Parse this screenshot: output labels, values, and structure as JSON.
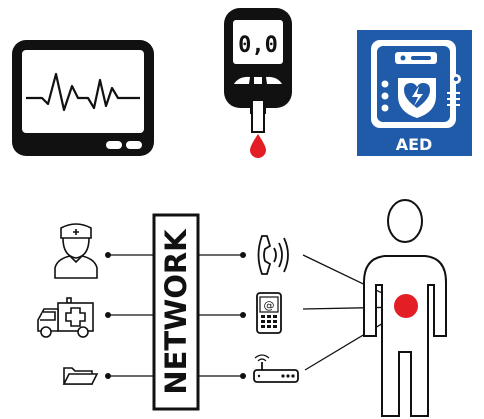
{
  "devices": {
    "monitor": {
      "icon": "ecg-monitor-icon"
    },
    "glucometer": {
      "icon": "glucose-meter-icon",
      "reading": "0,0"
    },
    "aed": {
      "icon": "aed-defibrillator-icon",
      "label": "AED",
      "accent": "#1f5ba8"
    }
  },
  "network": {
    "label": "NETWORK",
    "sources": [
      {
        "icon": "nurse-icon"
      },
      {
        "icon": "ambulance-icon"
      },
      {
        "icon": "folder-icon"
      }
    ],
    "channels": [
      {
        "icon": "phone-icon"
      },
      {
        "icon": "mobile-device-icon"
      },
      {
        "icon": "wireless-router-icon"
      }
    ]
  },
  "patient": {
    "icon": "patient-body-icon",
    "heart_color": "#e31e24"
  },
  "colors": {
    "blood": "#e31e24",
    "ink": "#111111",
    "aed_blue": "#1f5ba8"
  }
}
